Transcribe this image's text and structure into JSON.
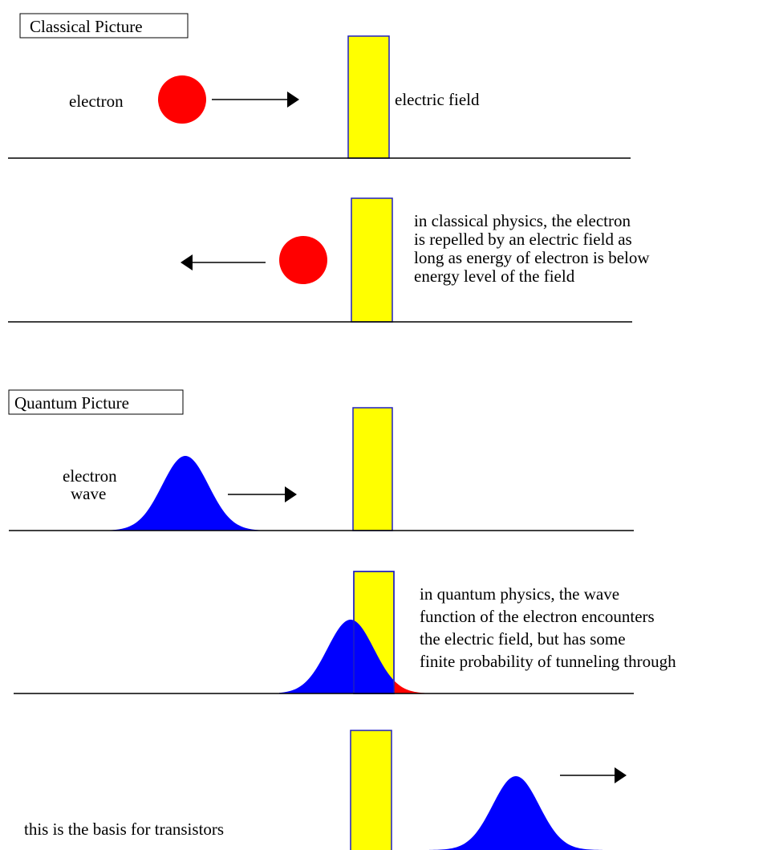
{
  "colors": {
    "electron": "#ff0000",
    "field_fill": "#ffff00",
    "field_border": "#2020c0",
    "wave": "#0000ff",
    "tunneled": "#ff0000",
    "line": "#000000"
  },
  "classical": {
    "heading": "Classical Picture",
    "panel1": {
      "electron_label": "electron",
      "field_label": "electric field"
    },
    "panel2": {
      "caption": [
        "in classical physics, the electron",
        "is repelled by an electric field as",
        "long as energy of electron is below",
        "energy level of the field"
      ]
    }
  },
  "quantum": {
    "heading": "Quantum Picture",
    "panel3": {
      "wave_label": [
        "electron",
        "wave"
      ]
    },
    "panel4": {
      "caption": [
        "in quantum physics, the wave",
        "function of the electron encounters",
        "the electric field, but has some",
        "finite probability of tunneling through"
      ]
    },
    "panel5": {
      "caption": "this is the basis for transistors"
    }
  }
}
